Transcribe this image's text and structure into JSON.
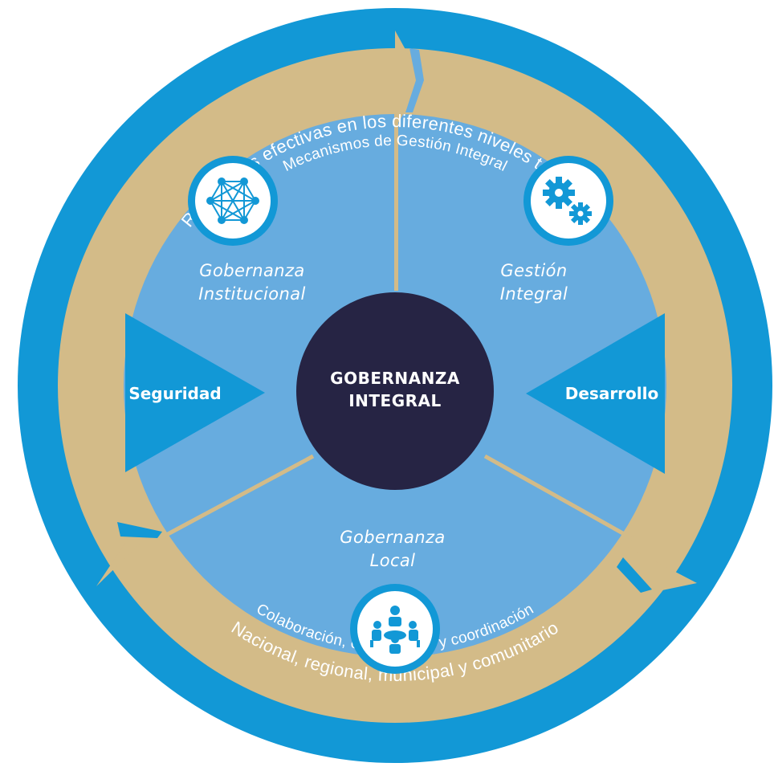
{
  "colors": {
    "outer_ring": "#1298d6",
    "tan_ring": "#d3bb88",
    "sector_fill": "#67acdf",
    "side_wedge": "#1298d6",
    "center": "#262444",
    "icon_circle": "#1298d6",
    "white": "#ffffff"
  },
  "center": {
    "line1": "GOBERNANZA",
    "line2": "INTEGRAL"
  },
  "outer_ring": {
    "top_text": "Respuestas efectivas en los diferentes niveles territoriales",
    "bottom_text": "Nacional, regional, municipal y comunitario"
  },
  "tan_ring": {
    "top_text": "Mecanismos de Gestión Integral",
    "bottom_text": "Colaboración, cooperación y coordinación"
  },
  "sectors": {
    "institucional": {
      "line1": "Gobernanza",
      "line2": "Institucional",
      "icon": "network-icon"
    },
    "gestion": {
      "line1": "Gestión",
      "line2": "Integral",
      "icon": "gears-icon"
    },
    "local": {
      "line1": "Gobernanza",
      "line2": "Local",
      "icon": "meeting-people-icon"
    }
  },
  "side_labels": {
    "left": "Seguridad",
    "right": "Desarrollo"
  }
}
